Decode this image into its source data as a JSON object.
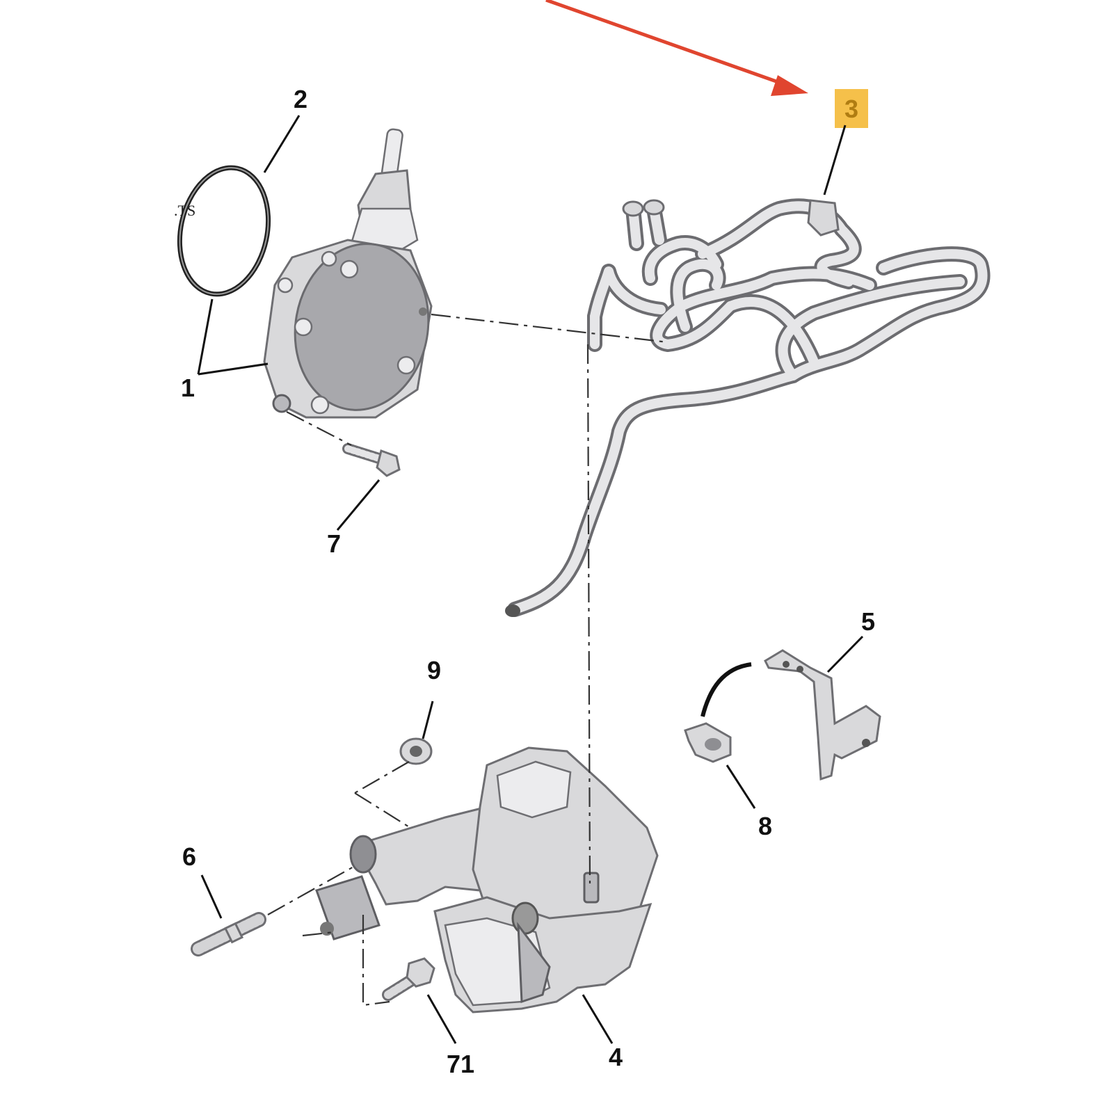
{
  "diagram": {
    "stray_text": ".TS",
    "highlight_color": "#f5c04a",
    "highlight_text_color": "#b07d12",
    "arrow_color": "#e0452f",
    "callouts": {
      "c1": "1",
      "c2": "2",
      "c3": "3",
      "c4": "4",
      "c5": "5",
      "c6": "6",
      "c7": "7",
      "c8": "8",
      "c9": "9",
      "c71": "71"
    },
    "icons": [
      "vacuum-pump",
      "o-ring",
      "vacuum-hose-harness",
      "reservoir-tank",
      "bracket",
      "stud",
      "bolt",
      "clip",
      "grommet"
    ]
  }
}
